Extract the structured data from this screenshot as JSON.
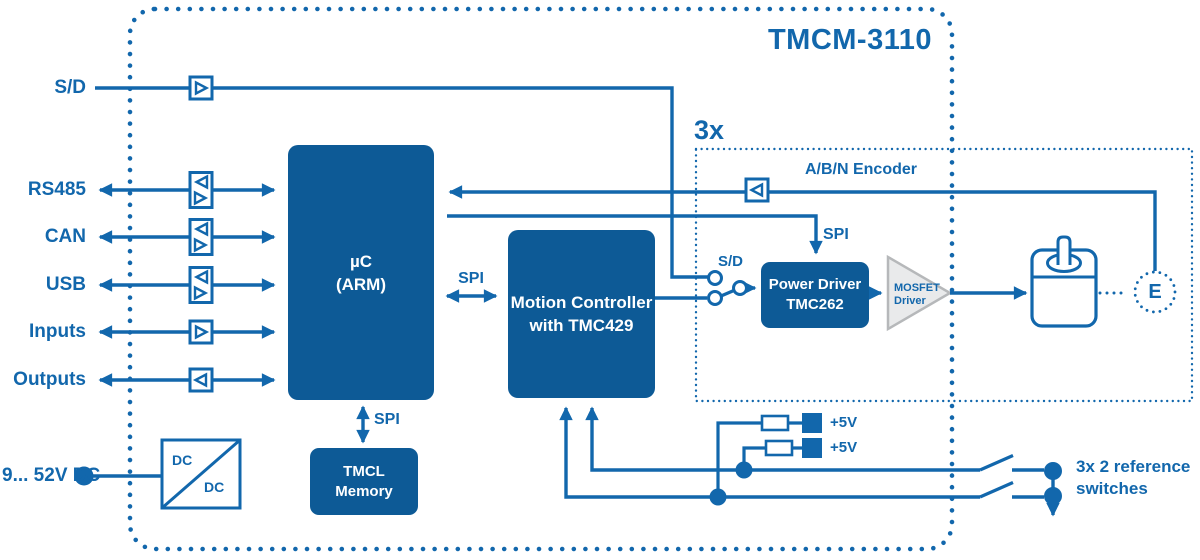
{
  "title": "TMCM-3110",
  "colors": {
    "line": "#1267ac",
    "box_fill": "#0d5a96",
    "mosfet_fill": "#e9eaeb",
    "mosfet_border": "#b6b8ba",
    "text_on_box": "#ffffff"
  },
  "ports": {
    "sd": "S/D",
    "rs485": "RS485",
    "can": "CAN",
    "usb": "USB",
    "inputs": "Inputs",
    "outputs": "Outputs"
  },
  "power_input_label": "9... 52V DC",
  "blocks": {
    "mcu": {
      "line1": "µC",
      "line2": "(ARM)"
    },
    "motion_controller": {
      "line1": "Motion Controller",
      "line2": "with TMC429"
    },
    "power_driver": {
      "line1": "Power Driver",
      "line2": "TMC262"
    },
    "mosfet_driver": {
      "line1": "MOSFET",
      "line2": "Driver"
    },
    "tmcl_memory": {
      "line1": "TMCL",
      "line2": "Memory"
    },
    "dcdc": {
      "top": "DC",
      "bottom": "DC"
    }
  },
  "labels": {
    "axis_multiplier": "3x",
    "abn_encoder": "A/B/N Encoder",
    "spi_mcu_motion": "SPI",
    "spi_mcu_tmcl": "SPI",
    "spi_power_driver": "SPI",
    "sd_switch": "S/D",
    "plus5v_top": "+5V",
    "plus5v_bottom": "+5V",
    "encoder_e": "E",
    "ref_switches_line1": "3x 2 reference",
    "ref_switches_line2": "switches"
  }
}
